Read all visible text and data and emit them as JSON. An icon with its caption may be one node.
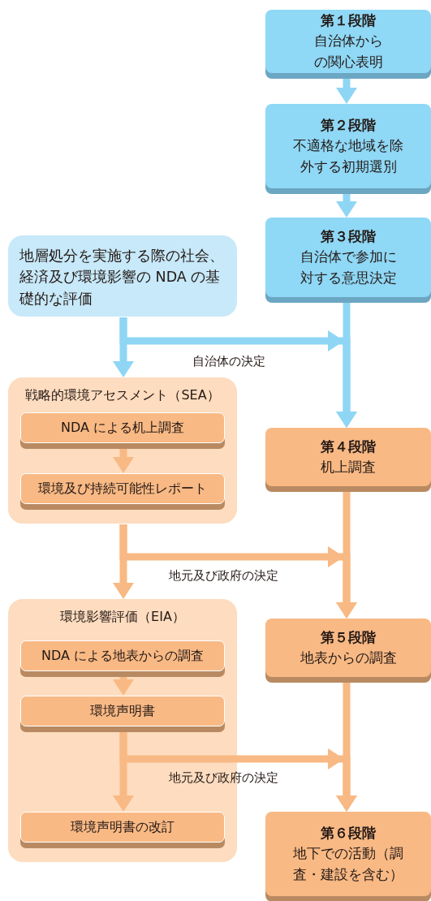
{
  "diagram": {
    "nodes": [
      {
        "text": [
          "第１段階",
          "自治体からの関心表明"
        ]
      },
      {
        "text": [
          "第２段階",
          "不適格な地域を除外する初期選別"
        ]
      },
      {
        "text": [
          "第３段階",
          "自治体で参加に対する意思決定"
        ]
      },
      {
        "text": [
          "地層処分を実施する際の社会、経済及び環境影響の NDA の基礎的な評価"
        ]
      },
      {
        "text": [
          "戦略的環境アセスメント（SEA）"
        ]
      },
      {
        "text": [
          "NDA による机上調査"
        ],
        "in": 4
      },
      {
        "text": [
          "環境及び持続可能性レポート"
        ],
        "in": 4
      },
      {
        "text": [
          "第４段階",
          "机上調査"
        ]
      },
      {
        "text": [
          "環境影響評価（EIA）"
        ]
      },
      {
        "text": [
          "NDA による地表からの調査"
        ],
        "in": 8
      },
      {
        "text": [
          "環境声明書"
        ],
        "in": 8
      },
      {
        "text": [
          "環境声明書の改訂"
        ],
        "in": 8
      },
      {
        "text": [
          "第５段階",
          "地表からの調査"
        ]
      },
      {
        "text": [
          "第６段階",
          "地下での活動（調査・建設を含む）"
        ]
      }
    ],
    "edges": [
      {
        "from": 0,
        "to": 1,
        "arrow": "to",
        "color": "#8fd6f5"
      },
      {
        "from": 1,
        "to": 2,
        "arrow": "to",
        "color": "#8fd6f5"
      },
      {
        "from": 2,
        "to": 7,
        "arrow": "to",
        "color": "#8fd6f5"
      },
      {
        "from": 3,
        "to": 4,
        "arrow": "to",
        "color": "#8fd6f5"
      },
      {
        "from": 3,
        "to": 7,
        "arrow": "to",
        "label": "自治体の決定",
        "color": "#8fd6f5"
      },
      {
        "from": 5,
        "to": 6,
        "arrow": "to"
      },
      {
        "from": 4,
        "to": 8,
        "arrow": "to"
      },
      {
        "from": 4,
        "to": 12,
        "arrow": "to",
        "label": "地元及び政府の決定"
      },
      {
        "from": 7,
        "to": 12,
        "arrow": "to"
      },
      {
        "from": 9,
        "to": 10,
        "arrow": "to"
      },
      {
        "from": 10,
        "to": 11,
        "arrow": "to"
      },
      {
        "from": 10,
        "to": 13,
        "arrow": "to",
        "label": "地元及び政府の決定"
      },
      {
        "from": 12,
        "to": 13,
        "arrow": "to"
      }
    ]
  }
}
